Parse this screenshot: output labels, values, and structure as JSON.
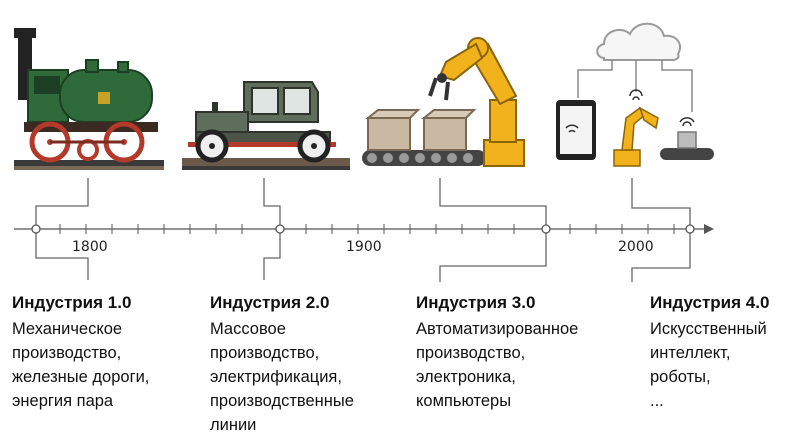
{
  "timeline": {
    "years": [
      "1800",
      "1900",
      "2000"
    ]
  },
  "stages": [
    {
      "title": "Индустрия 1.0",
      "description": [
        "Механическое",
        "производство,",
        "железные дороги,",
        "энергия пара"
      ]
    },
    {
      "title": "Индустрия 2.0",
      "description": [
        "Массовое",
        "производство,",
        "электрификация,",
        "производственные",
        "линии"
      ]
    },
    {
      "title": "Индустрия 3.0",
      "description": [
        "Автоматизированное",
        "производство,",
        "электроника,",
        "компьютеры"
      ]
    },
    {
      "title": "Индустрия 4.0",
      "description": [
        "Искусственный",
        "интеллект,",
        "роботы,",
        "..."
      ]
    }
  ],
  "icons": [
    "steam-locomotive-icon",
    "vintage-car-icon",
    "robot-arm-conveyor-icon",
    "cloud-connected-robot-icon"
  ],
  "colors": {
    "line": "#555555",
    "locomotive_green": "#2f6b3a",
    "wheel_red": "#b33a2a",
    "car_body": "#5f6e5c",
    "robot_yellow": "#f2b21c",
    "box_tan": "#c9b9a3",
    "cloud_gray": "#9a9a9a"
  }
}
